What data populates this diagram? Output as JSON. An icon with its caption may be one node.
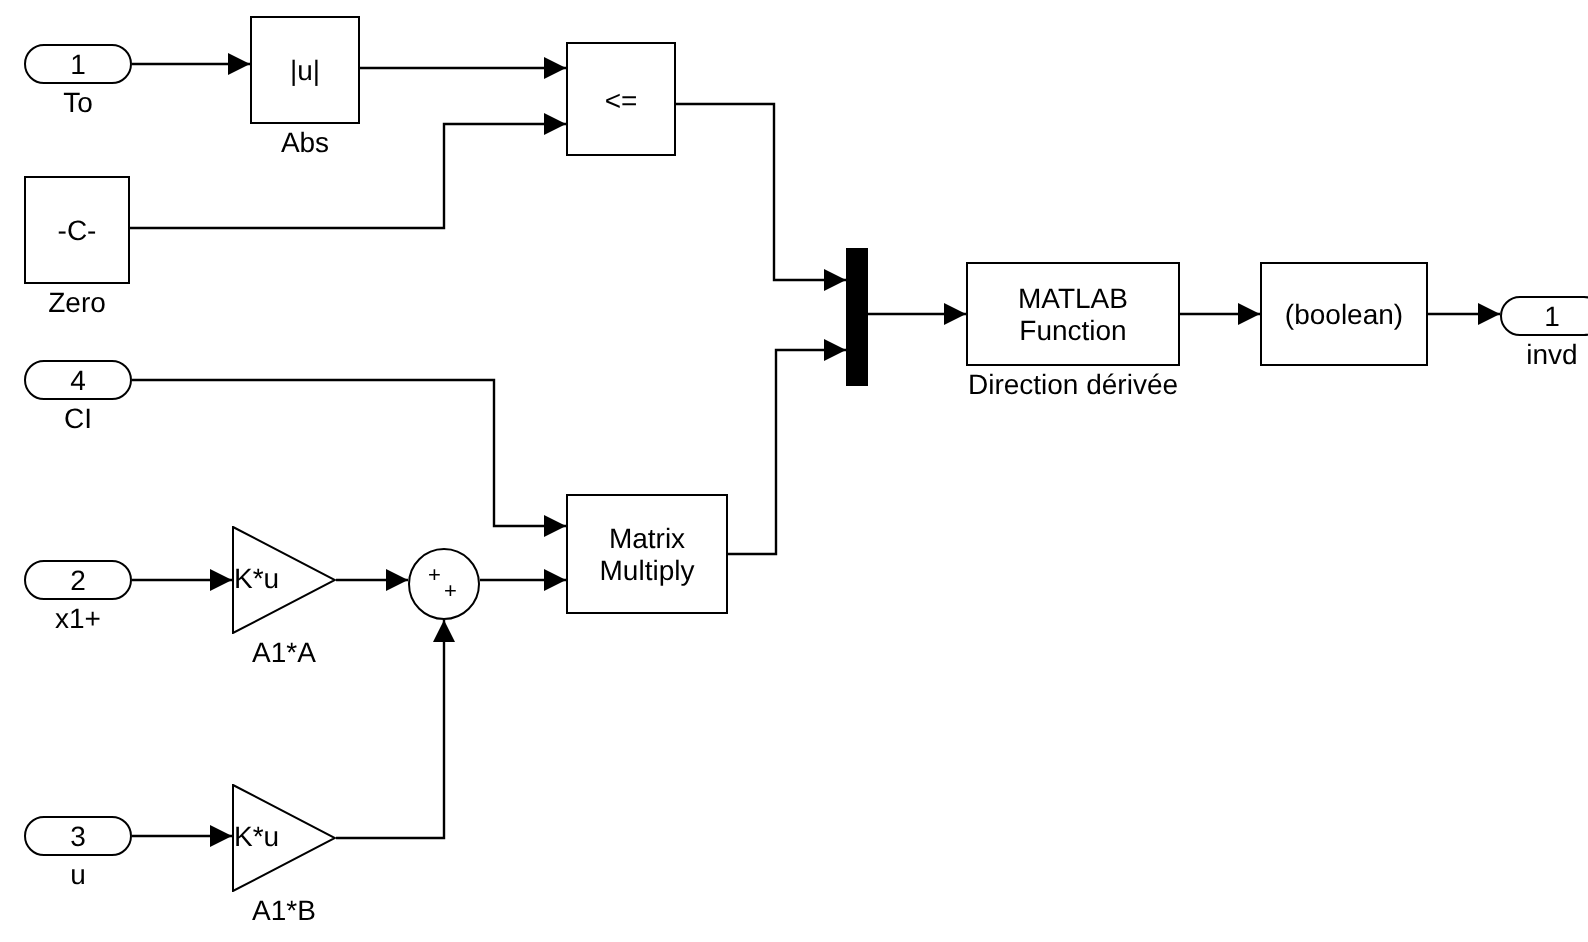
{
  "diagram": {
    "nodes": [
      {
        "text": [
          "1"
        ],
        "beside": [
          "To"
        ]
      },
      {
        "text": [
          "|u|"
        ],
        "beside": [
          "Abs"
        ]
      },
      {
        "text": [
          "<="
        ]
      },
      {
        "text": [
          "-C-"
        ],
        "beside": [
          "Zero"
        ]
      },
      {
        "text": [
          "4"
        ],
        "beside": [
          "CI"
        ]
      },
      {
        "text": [
          "2"
        ],
        "beside": [
          "x1+"
        ]
      },
      {
        "text": [
          "K*u"
        ],
        "beside": [
          "A1*A"
        ]
      },
      {
        "text": [
          "+",
          "+"
        ]
      },
      {
        "text": [
          "Matrix Multiply"
        ]
      },
      {
        "text": [
          "3"
        ],
        "beside": [
          "u"
        ]
      },
      {
        "text": [
          "K*u"
        ],
        "beside": [
          "A1*B"
        ]
      },
      {
        "text": [],
        "shape": "bar"
      },
      {
        "text": [
          "MATLAB Function"
        ],
        "beside": [
          "Direction dérivée"
        ]
      },
      {
        "text": [
          "(boolean)"
        ]
      },
      {
        "text": [
          "1"
        ],
        "beside": [
          "invd"
        ]
      }
    ],
    "edges": [
      {
        "from": 0,
        "to": 1,
        "arrow": "to"
      },
      {
        "from": 1,
        "to": 2,
        "arrow": "to"
      },
      {
        "from": 3,
        "to": 2,
        "arrow": "to"
      },
      {
        "from": 2,
        "to": 11,
        "arrow": "to"
      },
      {
        "from": 4,
        "to": 8,
        "arrow": "to"
      },
      {
        "from": 5,
        "to": 6,
        "arrow": "to"
      },
      {
        "from": 6,
        "to": 7,
        "arrow": "to"
      },
      {
        "from": 7,
        "to": 8,
        "arrow": "to"
      },
      {
        "from": 8,
        "to": 11,
        "arrow": "to"
      },
      {
        "from": 9,
        "to": 10,
        "arrow": "to"
      },
      {
        "from": 10,
        "to": 7,
        "arrow": "to"
      },
      {
        "from": 11,
        "to": 12,
        "arrow": "to"
      },
      {
        "from": 12,
        "to": 13,
        "arrow": "to"
      },
      {
        "from": 13,
        "to": 14,
        "arrow": "to"
      }
    ]
  }
}
